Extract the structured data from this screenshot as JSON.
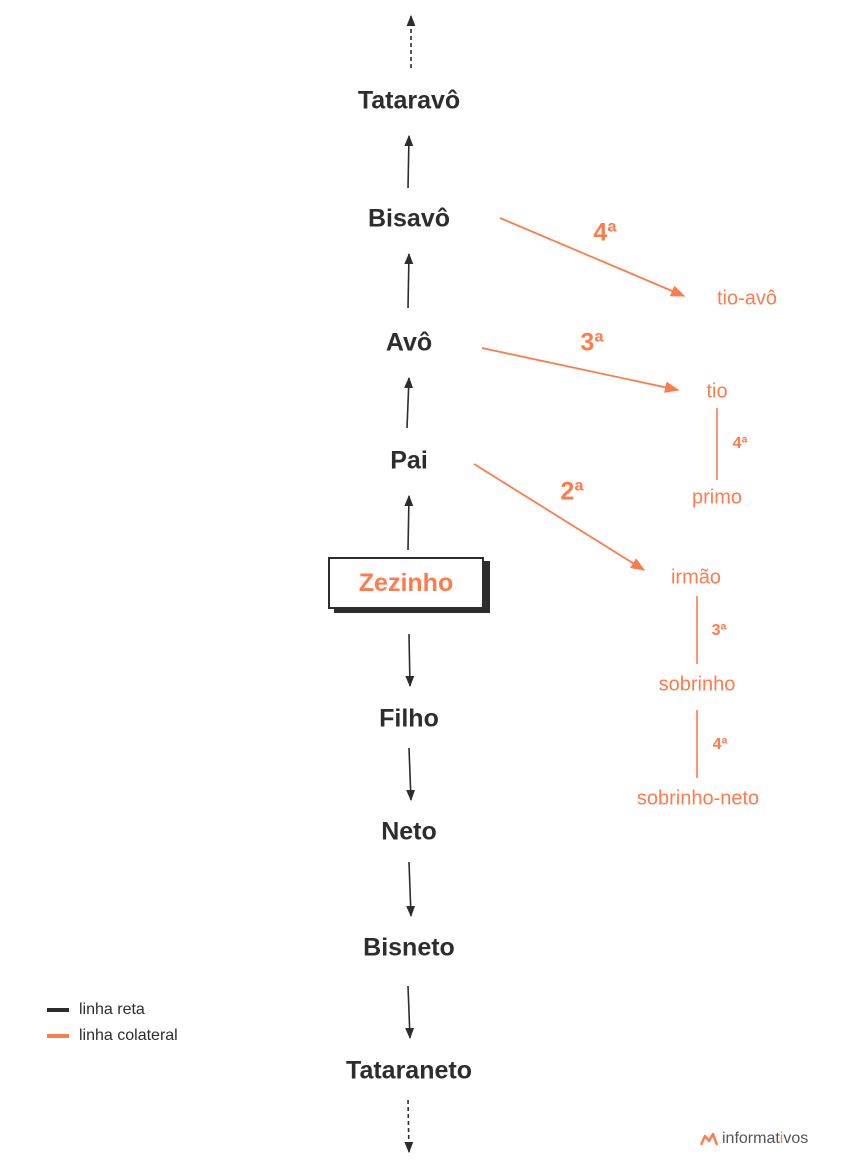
{
  "straight_line": {
    "ego": "Zezinho",
    "ascendants": [
      "Pai",
      "Avô",
      "Bisavô",
      "Tataravô"
    ],
    "descendants": [
      "Filho",
      "Neto",
      "Bisneto",
      "Tataraneto"
    ]
  },
  "collateral": {
    "irmao": "irmão",
    "sobrinho": "sobrinho",
    "sobrinho_neto": "sobrinho-neto",
    "tio": "tio",
    "primo": "primo",
    "tio_avo": "tio-avô"
  },
  "degrees": {
    "pai_irmao": "2ª",
    "avo_tio": "3ª",
    "bisavo_tio_avo": "4ª",
    "tio_primo": "4ª",
    "irmao_sobrinho": "3ª",
    "sobrinho_sobrinho_neto": "4ª"
  },
  "legend": {
    "straight": "linha reta",
    "collateral": "linha colateral"
  },
  "brand": {
    "name_part1": "informat",
    "name_i": "i",
    "name_part2": "vos"
  },
  "colors": {
    "straight": "#2d2d2d",
    "collateral": "#ff7b4c",
    "background": "#ffffff"
  }
}
